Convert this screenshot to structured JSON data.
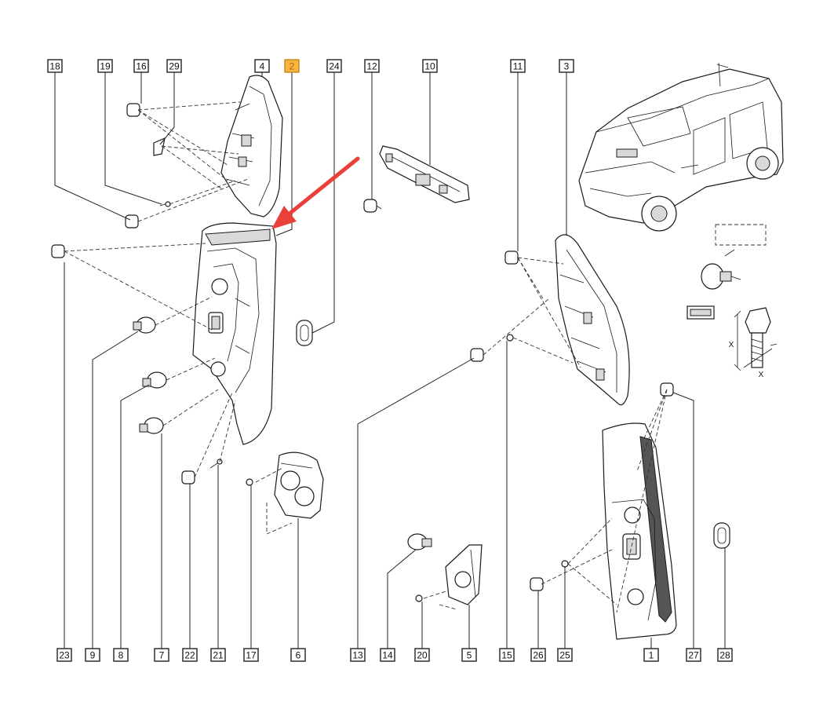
{
  "callouts": [
    {
      "id": "18",
      "highlight": false
    },
    {
      "id": "19",
      "highlight": false
    },
    {
      "id": "16",
      "highlight": false
    },
    {
      "id": "29",
      "highlight": false
    },
    {
      "id": "4",
      "highlight": false
    },
    {
      "id": "2",
      "highlight": true
    },
    {
      "id": "24",
      "highlight": false
    },
    {
      "id": "12",
      "highlight": false
    },
    {
      "id": "10",
      "highlight": false
    },
    {
      "id": "11",
      "highlight": false
    },
    {
      "id": "3",
      "highlight": false
    },
    {
      "id": "23",
      "highlight": false
    },
    {
      "id": "9",
      "highlight": false
    },
    {
      "id": "8",
      "highlight": false
    },
    {
      "id": "7",
      "highlight": false
    },
    {
      "id": "22",
      "highlight": false
    },
    {
      "id": "21",
      "highlight": false
    },
    {
      "id": "17",
      "highlight": false
    },
    {
      "id": "6",
      "highlight": false
    },
    {
      "id": "13",
      "highlight": false
    },
    {
      "id": "14",
      "highlight": false
    },
    {
      "id": "20",
      "highlight": false
    },
    {
      "id": "5",
      "highlight": false
    },
    {
      "id": "15",
      "highlight": false
    },
    {
      "id": "26",
      "highlight": false
    },
    {
      "id": "25",
      "highlight": false
    },
    {
      "id": "1",
      "highlight": false
    },
    {
      "id": "27",
      "highlight": false
    },
    {
      "id": "28",
      "highlight": false
    }
  ],
  "dimension_label": "X",
  "colors": {
    "highlight_fill": "#f7b43e",
    "highlight_text": "#b5670b",
    "arrow": "#e8413a",
    "line": "#222222"
  }
}
